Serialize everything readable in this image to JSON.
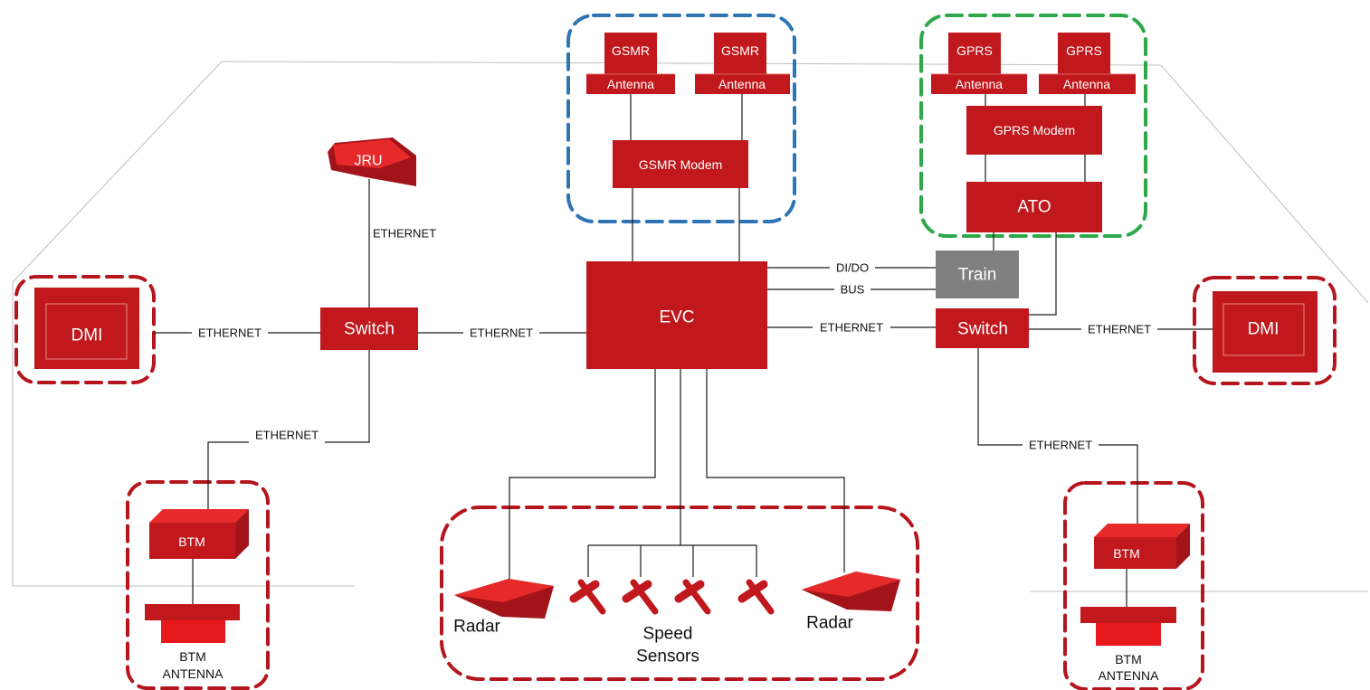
{
  "colors": {
    "device": "#c0181c",
    "device_dark": "#a3141a",
    "device_light": "#e62a2a",
    "train": "#808080",
    "group_red": "#b5161d",
    "group_blue": "#2e75b6",
    "group_green": "#2ea84a",
    "line": "#1a1a1a",
    "outline": "#bfbfbf"
  },
  "gsmr_group": {
    "antenna_top_1": "GSMR",
    "antenna_bottom_1": "Antenna",
    "antenna_top_2": "GSMR",
    "antenna_bottom_2": "Antenna",
    "modem": "GSMR Modem"
  },
  "gprs_group": {
    "antenna_top_1": "GPRS",
    "antenna_bottom_1": "Antenna",
    "antenna_top_2": "GPRS",
    "antenna_bottom_2": "Antenna",
    "modem": "GPRS Modem",
    "ato": "ATO"
  },
  "jru": "JRU",
  "evc": "EVC",
  "train": "Train",
  "switch_left": "Switch",
  "switch_right": "Switch",
  "dmi_left": "DMI",
  "dmi_right": "DMI",
  "btm_left": {
    "btm": "BTM",
    "antenna_line1": "BTM",
    "antenna_line2": "ANTENNA"
  },
  "btm_right": {
    "btm": "BTM",
    "antenna_line1": "BTM",
    "antenna_line2": "ANTENNA"
  },
  "sensors": {
    "radar_left": "Radar",
    "radar_right": "Radar",
    "speed_line1": "Speed",
    "speed_line2": "Sensors"
  },
  "edges": {
    "jru_switch": "ETHERNET",
    "dmi_switch_left": "ETHERNET",
    "switch_evc": "ETHERNET",
    "switch_btm_left": "ETHERNET",
    "evc_train_dido": "DI/DO",
    "evc_train_bus": "BUS",
    "evc_switch_right": "ETHERNET",
    "switch_dmi_right": "ETHERNET",
    "switch_btm_right": "ETHERNET"
  }
}
